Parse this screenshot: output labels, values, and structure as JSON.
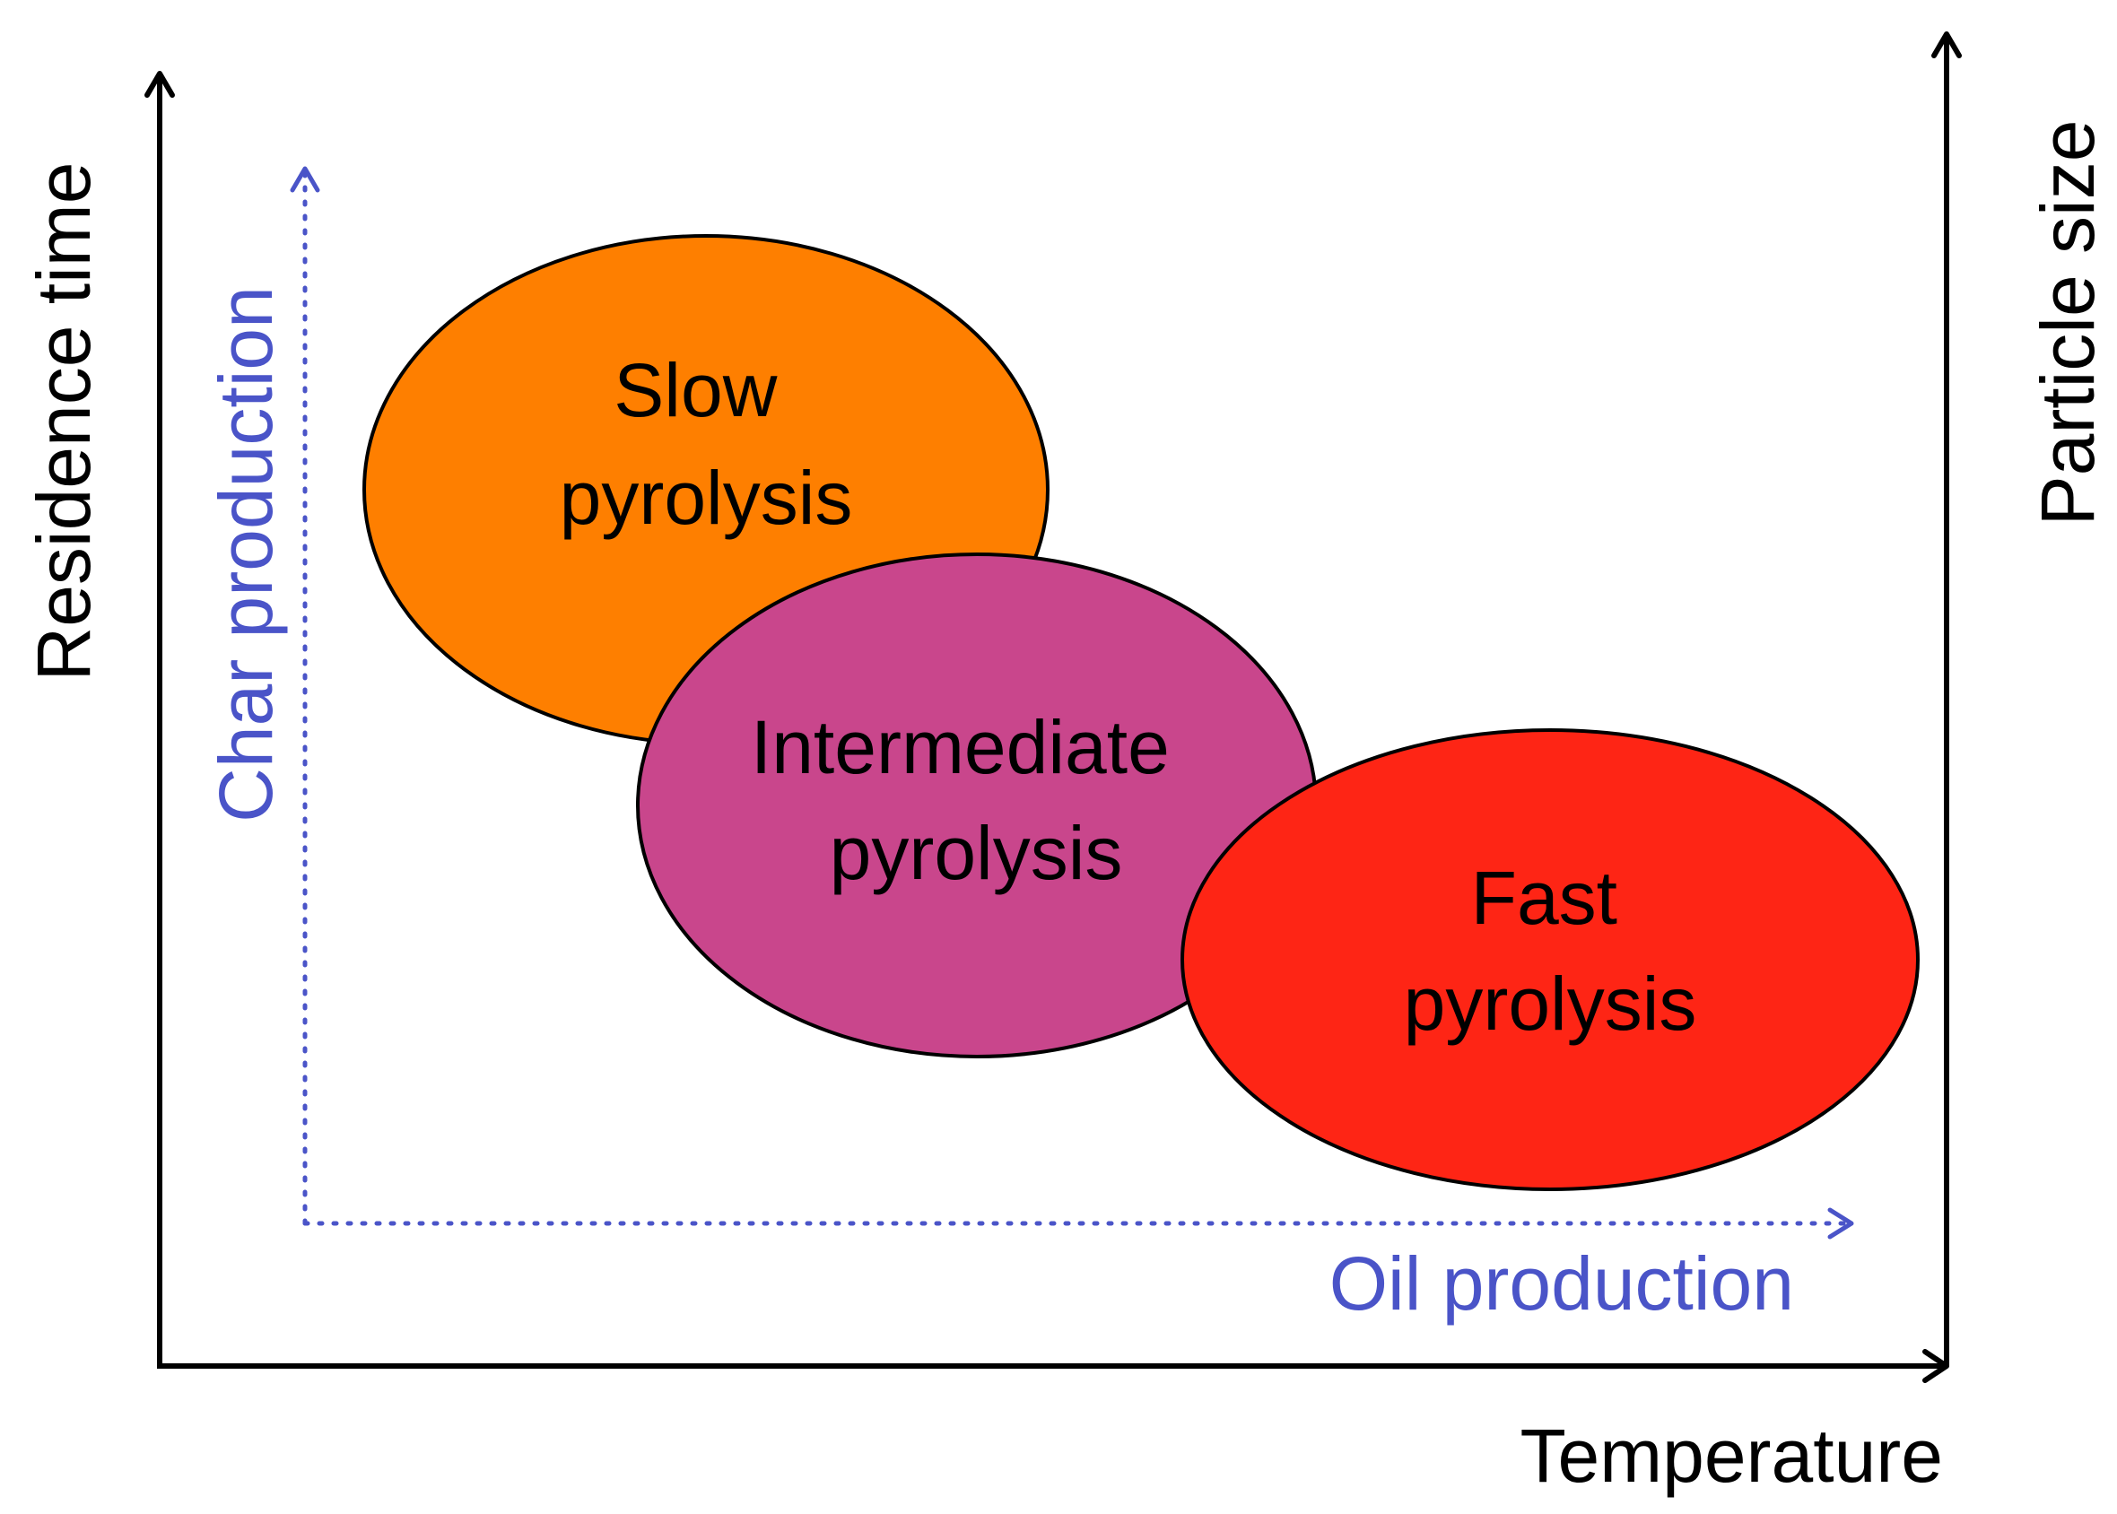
{
  "axes": {
    "x_label": "Temperature",
    "y_left_label": "Residence time",
    "y_right_label": "Particle size"
  },
  "flows": {
    "horizontal_label": "Oil production",
    "vertical_label": "Char production",
    "color": "#4a54c8"
  },
  "regions": [
    {
      "name": "slow",
      "line1": "Slow",
      "line2": "pyrolysis",
      "color": "#fe7f00"
    },
    {
      "name": "intermediate",
      "line1": "Intermediate",
      "line2": "pyrolysis",
      "color": "#c9468c"
    },
    {
      "name": "fast",
      "line1": "Fast",
      "line2": "pyrolysis",
      "color": "#fe2515"
    }
  ]
}
